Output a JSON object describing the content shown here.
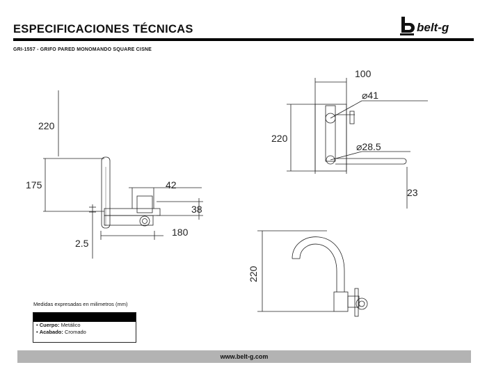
{
  "header": {
    "title": "ESPECIFICACIONES TÉCNICAS",
    "brand": "belt-g",
    "product_code_line": "GRI-1557 - GRIFO PARED MONOMANDO SQUARE CISNE"
  },
  "dimensions": {
    "side_height_total": "220",
    "side_height_mid": "175",
    "side_gap": "2.5",
    "side_width": "180",
    "body_width": "42",
    "body_height": "38",
    "top_width": "100",
    "top_height": "220",
    "dia_large": "⌀41",
    "dia_small": "⌀28.5",
    "spout_offset": "23",
    "swan_height": "220"
  },
  "notes": {
    "units": "Medidas expresadas en milimetros (mm)"
  },
  "specs": [
    {
      "label": "Cuerpo:",
      "value": "Metálico"
    },
    {
      "label": "Acabado:",
      "value": "Cromado"
    }
  ],
  "footer": {
    "website": "www.belt-g.com"
  },
  "colors": {
    "rule": "#000000",
    "footer_bg": "#b3b3b3"
  }
}
